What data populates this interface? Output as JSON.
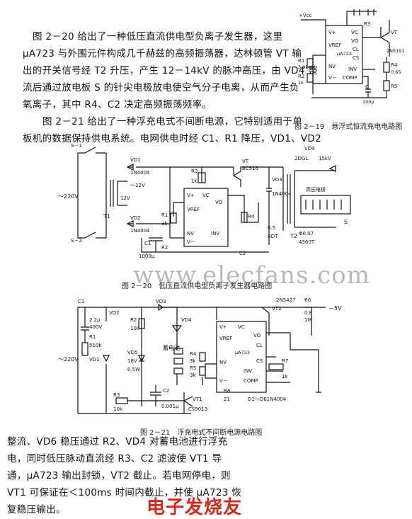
{
  "intro": {
    "lines": [
      "图 2－20 给出了一种低压直流供电型负离子发生器，这里",
      "μA723 与外围元件构成几千赫兹的高频振荡器，达林顿管 VT 输",
      "出的开关信号经 T2 升压，产生 12－14kV 的脉冲高压，由 VD4 整",
      "流后通过放电板 S 的针尖电极放电使空气分子电离，从而产生负",
      "氧离子，其中 R4、C2 决定高频振荡频率。",
      "图 2－21 给出了一种浮充电式不间断电源，它特别适用于单",
      "板机的数据保持供电系统。电网供电时经 C1、R1 降压，VD1、VD2"
    ]
  },
  "fig19": {
    "caption": "图 2－19　悬浮式恒流充电电路图",
    "labels": {
      "vcc": "+Vcc",
      "vplus": "V+",
      "vc": "VC",
      "vref": "VREF",
      "vo": "VO",
      "chip": "μA723",
      "cl": "CL",
      "cs": "CS",
      "nv": "NV",
      "inv": "INV",
      "vminus": "V－",
      "comp": "COMP",
      "r1": "R1",
      "r1v": "3.9k",
      "r2": "R2",
      "r2v": "1k",
      "r3": "R3",
      "c": "C",
      "cv": "100p",
      "vt": "VT",
      "vtm": "2N5191",
      "r4": "R4",
      "r4v": "0.65",
      "r5": "R5"
    }
  },
  "fig20": {
    "caption": "图 2－20　低压直流供电型负离子发生器电路图",
    "labels": {
      "s1": "S－1",
      "s2": "S－2",
      "ac": "～220V",
      "t1": "T1",
      "vd1": "VD1",
      "vd1m": "1N4004",
      "v12": "～12V",
      "v12b": "12V",
      "vd2": "VD2",
      "vd2m": "1N4004",
      "c1": "C1",
      "c1v": "1000μ",
      "r3": "R3",
      "r3v": "1k",
      "vt": "VT",
      "vtm": "BC516",
      "vplus": "V+",
      "vc": "VC",
      "vref": "VREF",
      "vo": "VO",
      "r1": "R1",
      "r1v": "3k",
      "r2": "R2",
      "nv": "NV",
      "inv": "INV",
      "vminus": "V－",
      "r4": "R4",
      "c2": "C2",
      "vd3": "VD3",
      "vd3m": "1N4004",
      "v05": "0.5",
      "t2": "T2",
      "adt": "ADT",
      "t2s": "Φ0.07",
      "t2n": "4560T",
      "vd4": "VD4",
      "vd4m": "2DGL",
      "vd4v": "15kV",
      "hv": "高压电极",
      "s": "S"
    }
  },
  "watermark": "www.elecfans.com",
  "fig21": {
    "caption": "图 2－21　浮充电式不间断电源电路图",
    "labels": {
      "ac": "～220V",
      "c1": "C1",
      "c1v": "2.2μ",
      "c1v2": "400V",
      "r1": "R1",
      "r1v": "510k",
      "vd1": "VD1",
      "vd2": "VD2",
      "r2": "R2",
      "r2v": "100",
      "vd3": "VD3",
      "vd4": "VD4",
      "vd5": "VD5",
      "vd5v": "18V",
      "vd5w": "0.5W",
      "bat": "蓄电池",
      "c2": "C2",
      "c2v": "0.001μ",
      "r3": "R3",
      "r3v": "10k",
      "vt1": "VT1",
      "vt1m": "CS9013",
      "r4": "R4",
      "r4v": "3k",
      "r5": "R5",
      "r5v": "3k",
      "r8": "R8",
      "r8v": "21",
      "vplus": "V+",
      "vc": "VC",
      "vref": "VREF",
      "vo": "VO",
      "cl": "CL",
      "chip": "μA723",
      "nv": "NV",
      "cs": "CS",
      "inv": "INV",
      "comp": "COMP",
      "vminus": "V－",
      "vt2": "VT2",
      "vt2m": "2N5427",
      "r6": "R6",
      "r6v": "0.8",
      "r6w": "1W",
      "out": "－5V",
      "r7": "R7",
      "r7v": "1k",
      "diodes": "D1～D61N4004"
    }
  },
  "outro": {
    "lines": [
      "整流、VD6 稳压通过 R2、VD4 对蓄电池进行浮充",
      "电，同时低压脉动直流经 R3、C2 滤波使 VT1 导",
      "通，μA723 输出封锁，VT2 截止。若电网停电，则",
      "VT1 可保证在＜100ms 时间内截止，并使 μA723 恢",
      "复稳压输出。"
    ]
  },
  "logo": "电子发烧友"
}
